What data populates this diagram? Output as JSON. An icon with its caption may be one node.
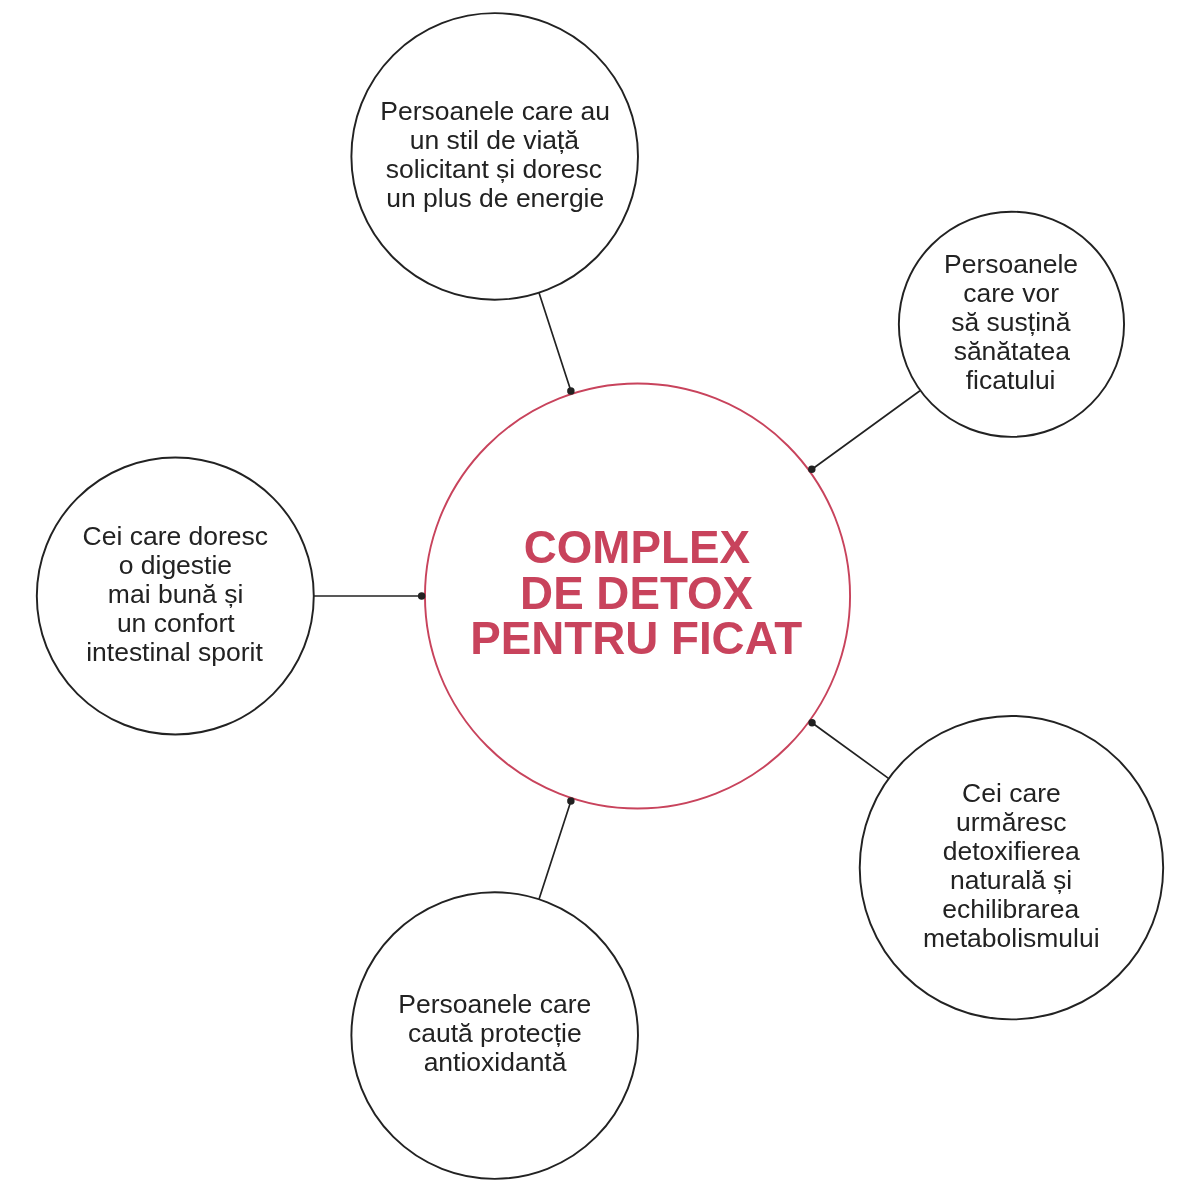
{
  "diagram": {
    "nodes": [
      {
        "text": [
          "Persoanele care au un stil de viață solicitant și doresc un plus de energie"
        ]
      },
      {
        "text": [
          "Cei care doresc o digestie mai bună și un confort intestinal sporit"
        ]
      },
      {
        "text": [
          "COMPLEX DE DETOX PENTRU FICAT"
        ]
      },
      {
        "text": [
          "Persoanele care vor să susțină sănătatea ficatului"
        ]
      },
      {
        "text": [
          "Persoanele care caută protecție antioxidantă"
        ]
      },
      {
        "text": [
          "Cei care urmăresc detoxifierea naturală și echilibrarea metabolismului"
        ]
      }
    ],
    "edges": [
      {
        "from": 0,
        "to": 2,
        "arrow": "other"
      },
      {
        "from": 1,
        "to": 2,
        "arrow": "other"
      },
      {
        "from": 3,
        "to": 2,
        "arrow": "other"
      },
      {
        "from": 4,
        "to": 2,
        "arrow": "other"
      },
      {
        "from": 5,
        "to": 2,
        "arrow": "other"
      }
    ]
  }
}
